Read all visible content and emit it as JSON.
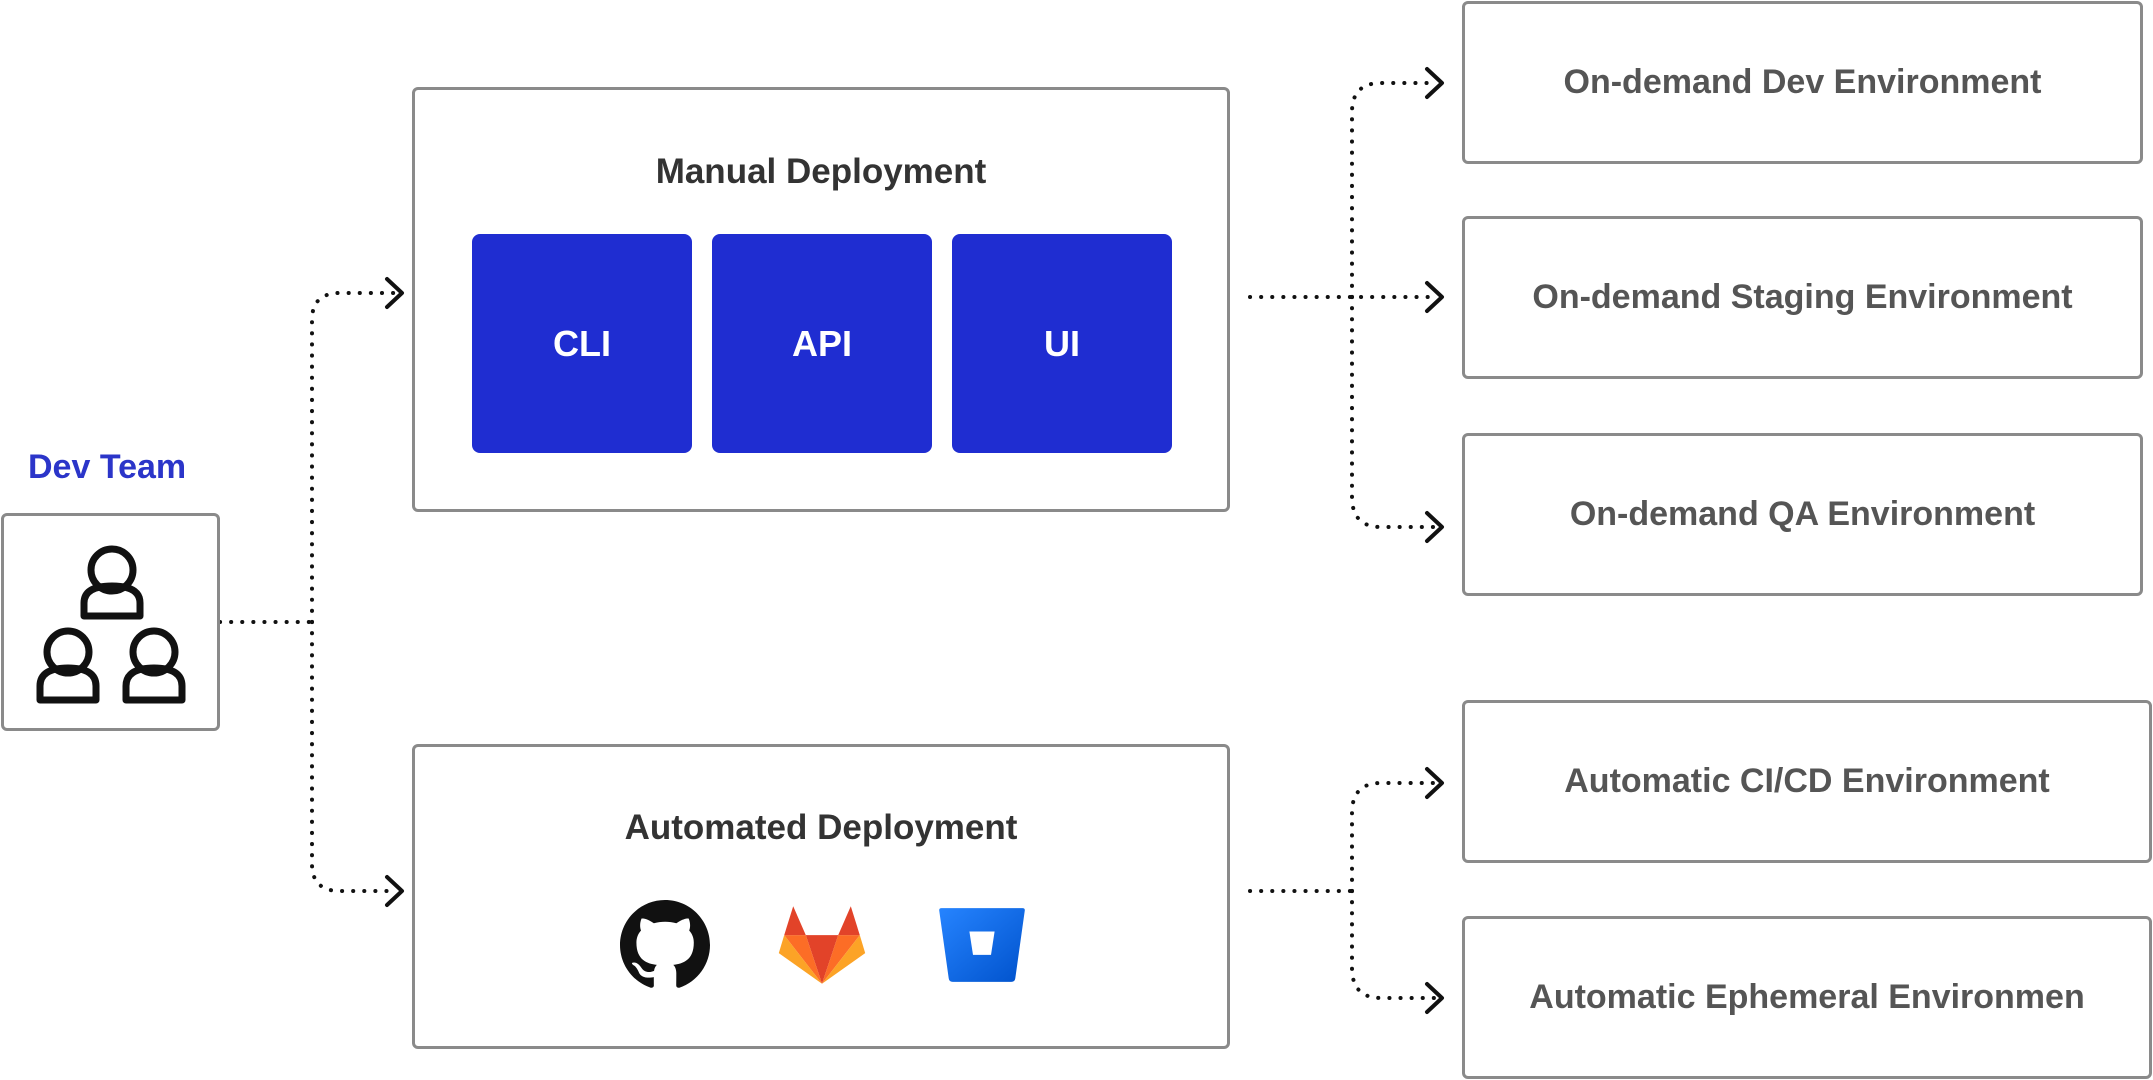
{
  "team": {
    "label": "Dev Team",
    "icon": "people-group-icon"
  },
  "manual": {
    "title": "Manual Deployment",
    "tiles": [
      "CLI",
      "API",
      "UI"
    ],
    "tile_color": "#1f2dd1"
  },
  "automated": {
    "title": "Automated Deployment",
    "logos": [
      "github-icon",
      "gitlab-icon",
      "bitbucket-icon"
    ]
  },
  "environments": [
    "On-demand Dev Environment",
    "On-demand Staging Environment",
    "On-demand QA Environment",
    "Automatic CI/CD Environment",
    "Automatic Ephemeral Environmen"
  ],
  "colors": {
    "accent": "#2b35c9",
    "border": "#8a8a8a",
    "text": "#333333",
    "env_text": "#555555"
  }
}
